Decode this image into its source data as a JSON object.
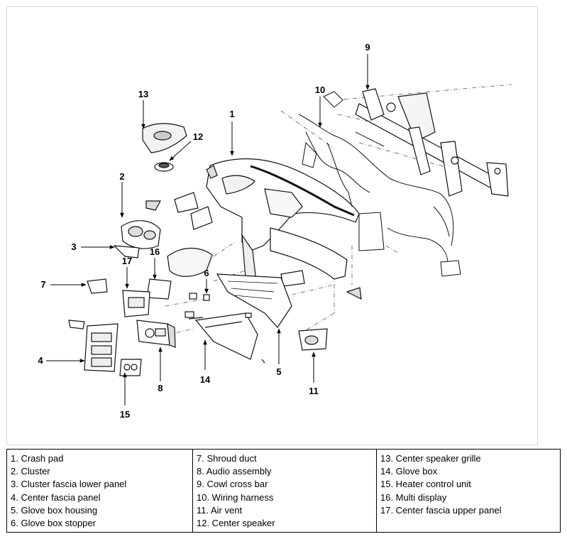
{
  "callouts": {
    "c1": "1",
    "c2": "2",
    "c3": "3",
    "c4": "4",
    "c5": "5",
    "c6": "6",
    "c7": "7",
    "c8": "8",
    "c9": "9",
    "c10": "10",
    "c11": "11",
    "c12": "12",
    "c13": "13",
    "c14": "14",
    "c15": "15",
    "c16": "16",
    "c17": "17"
  },
  "legend": {
    "columns": [
      [
        "1. Crash pad",
        "2. Cluster",
        "3. Cluster fascia lower panel",
        "4. Center fascia panel",
        "5. Glove box housing",
        "6. Glove box stopper"
      ],
      [
        "7. Shroud duct",
        "8. Audio assembly",
        "9. Cowl cross bar",
        "10. Wiring harness",
        "11. Air vent",
        "12. Center speaker"
      ],
      [
        "13. Center speaker grille",
        "14. Glove box",
        "15. Heater control unit",
        "16. Multi display",
        "17. Center fascia upper panel"
      ]
    ]
  }
}
